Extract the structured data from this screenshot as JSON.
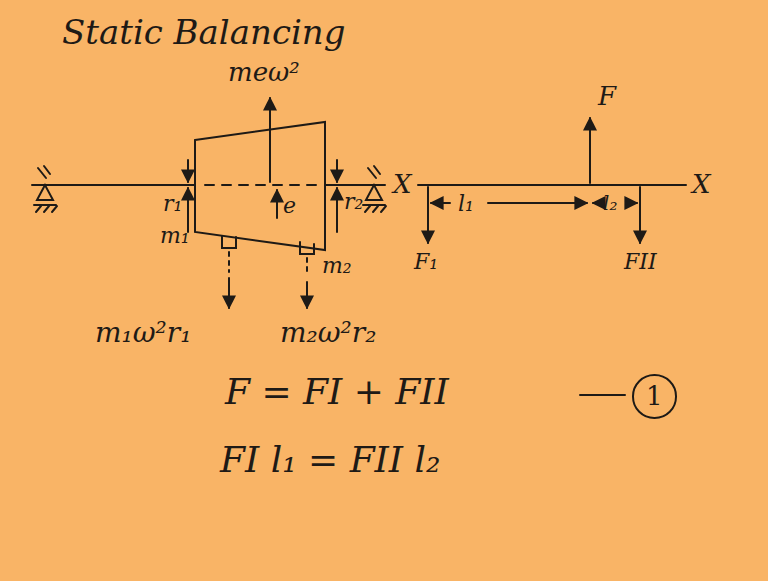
{
  "diagram": {
    "title": "Static Balancing",
    "labels": [
      "meω²",
      "e",
      "r₁",
      "m₁",
      "m₂",
      "r₂",
      "m₁ω²r₁",
      "m₂ω²r₂",
      "F",
      "X",
      "X",
      "l₁",
      "l₂",
      "F₁",
      "FII",
      "F = FI + FII",
      "1",
      "FI l₁ = FII l₂"
    ]
  }
}
